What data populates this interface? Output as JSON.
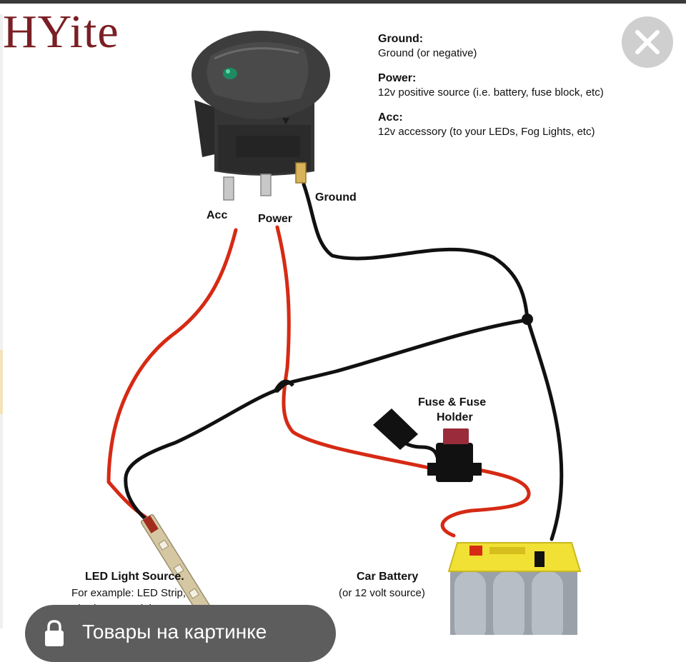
{
  "brand": {
    "name": "HYite"
  },
  "legend": {
    "items": [
      {
        "term": "Ground:",
        "definition": "Ground (or negative)"
      },
      {
        "term": "Power:",
        "definition": "12v positive source (i.e. battery, fuse block, etc)"
      },
      {
        "term": "Acc:",
        "definition": "12v accessory (to your LEDs, Fog Lights, etc)"
      }
    ]
  },
  "terminals": {
    "acc": "Acc",
    "power": "Power",
    "ground": "Ground"
  },
  "fuse": {
    "line1": "Fuse & Fuse",
    "line2": "Holder"
  },
  "led": {
    "title": "LED Light Source.",
    "desc1": "For example: LED Strip,",
    "desc2": "Cathodes, Fog Lights, etc..."
  },
  "battery": {
    "title": "Car Battery",
    "desc": "(or 12 volt source)"
  },
  "bottom_bar": {
    "text": "Товары на картинке"
  },
  "colors": {
    "red_wire": "#d62a14",
    "black_wire": "#111111",
    "brand": "#7a1f24",
    "battery_yellow": "#f1e135"
  },
  "icons": {
    "close": "close-icon",
    "lock": "lock-icon",
    "led_indicator": "green-led-icon"
  }
}
